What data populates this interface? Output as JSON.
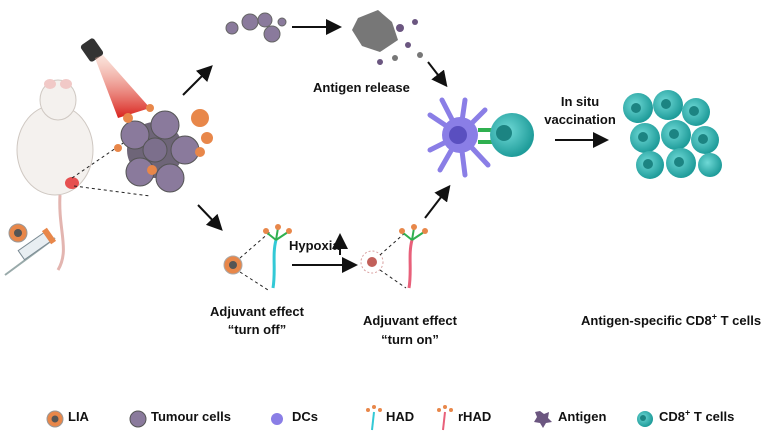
{
  "labels": {
    "antigen_release": "Antigen release",
    "in_situ_line1": "In situ",
    "in_situ_line2": "vaccination",
    "hypoxia": "Hypoxia",
    "adj_off_line1": "Adjuvant effect",
    "adj_off_line2": "“turn off”",
    "adj_on_line1": "Adjuvant effect",
    "adj_on_line2": "“turn on”",
    "antigen_specific_prefix": "Antigen-specific CD8",
    "antigen_specific_sup": "+",
    "antigen_specific_suffix": " T cells"
  },
  "legend": {
    "lia": "LIA",
    "tumour": "Tumour cells",
    "dcs": "DCs",
    "had": "HAD",
    "rhad": "rHAD",
    "antigen": "Antigen",
    "cd8_prefix": "CD8",
    "cd8_sup": "+",
    "cd8_suffix": " T cells"
  },
  "colors": {
    "lia_orange": "#e8874a",
    "tumour_purple": "#8a7a9c",
    "dc_purple": "#8a7ee6",
    "tcell_teal": "#2fb5b3",
    "antigen_purple": "#6b5680",
    "had_cyan": "#33c9d6",
    "rhad_pink": "#e8607a",
    "laser_red": "#d9221c"
  }
}
